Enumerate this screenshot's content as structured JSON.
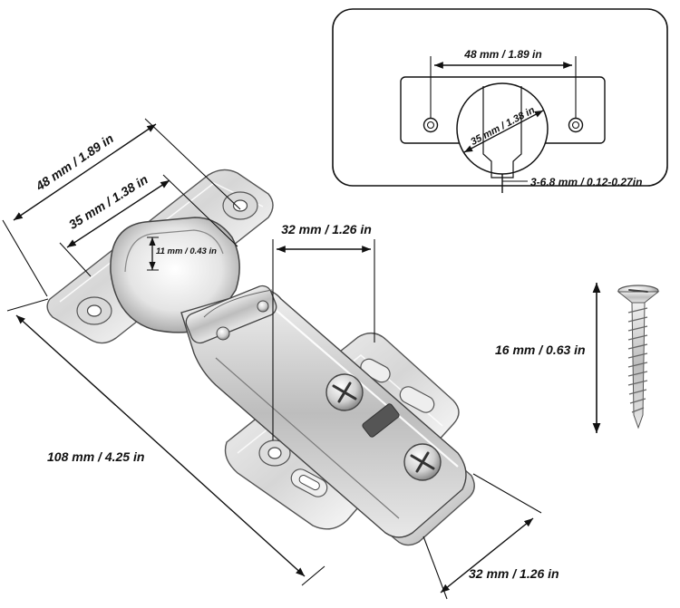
{
  "labels": {
    "width_48": "48 mm / 1.89 in",
    "width_35": "35 mm / 1.38 in",
    "depth_11": "11 mm / 0.43 in",
    "spacing_32_top": "32 mm / 1.26 in",
    "length_108": "108 mm / 4.25 in",
    "spacing_32_bottom": "32 mm / 1.26 in",
    "screw_16": "16 mm / 0.63 in",
    "inset_48": "48 mm / 1.89 in",
    "inset_35": "35 mm / 1.38 in",
    "inset_edge": "3-6.8 mm / 0.12-0.27in"
  },
  "colors": {
    "ink": "#111111",
    "metal_light": "#f2f2f2",
    "metal_mid": "#c9c9c9",
    "metal_dark": "#8a8a8a"
  }
}
